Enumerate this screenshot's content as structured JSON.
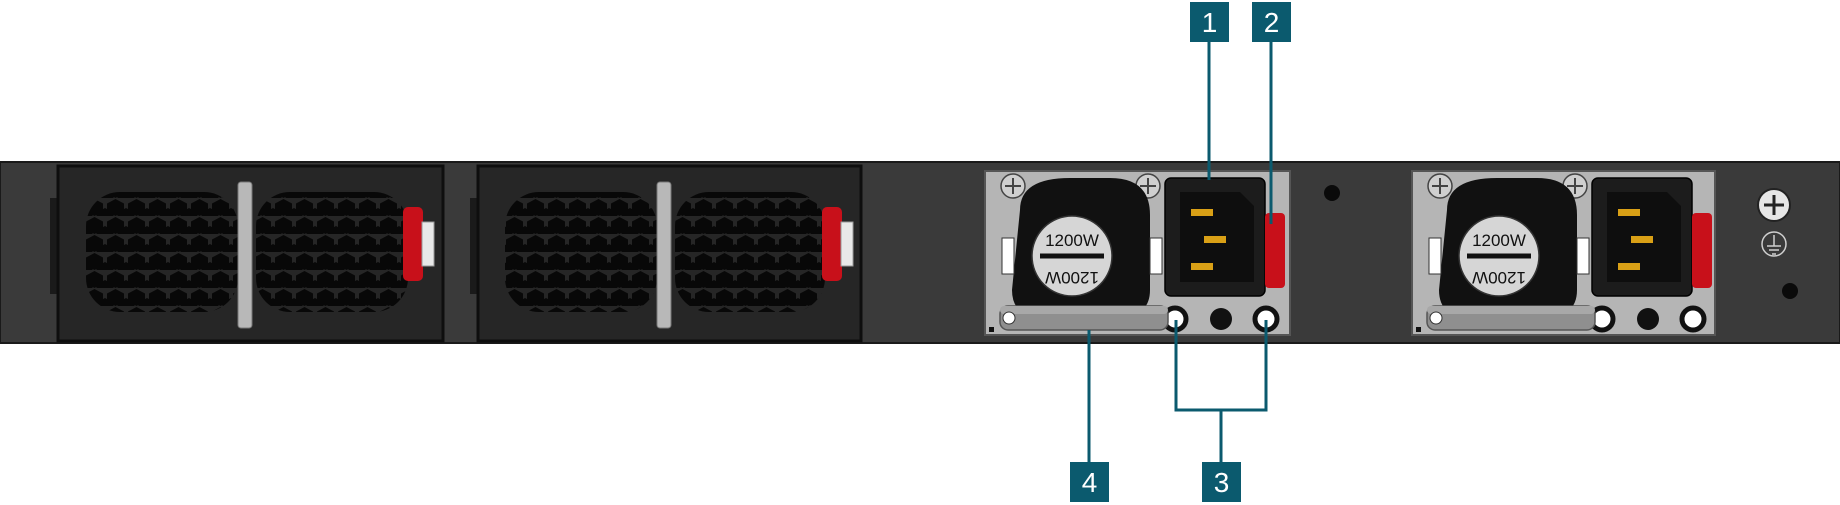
{
  "diagram": {
    "callouts": [
      {
        "id": "1",
        "label": "1"
      },
      {
        "id": "2",
        "label": "2"
      },
      {
        "id": "3",
        "label": "3"
      },
      {
        "id": "4",
        "label": "4"
      }
    ],
    "psu": {
      "rating_label": "1200W",
      "rating_label_inverted": "1200W"
    }
  },
  "colors": {
    "chassis": "#3a3a3a",
    "fan_tray": "#262626",
    "psu_body": "#b5b5b5",
    "latch_red": "#c8101a",
    "callout": "#0b5a6e",
    "pin_gold": "#d9a016"
  },
  "icons": [
    "ground-icon",
    "screw-icon",
    "ac-inlet-icon",
    "fan-grill-icon"
  ]
}
